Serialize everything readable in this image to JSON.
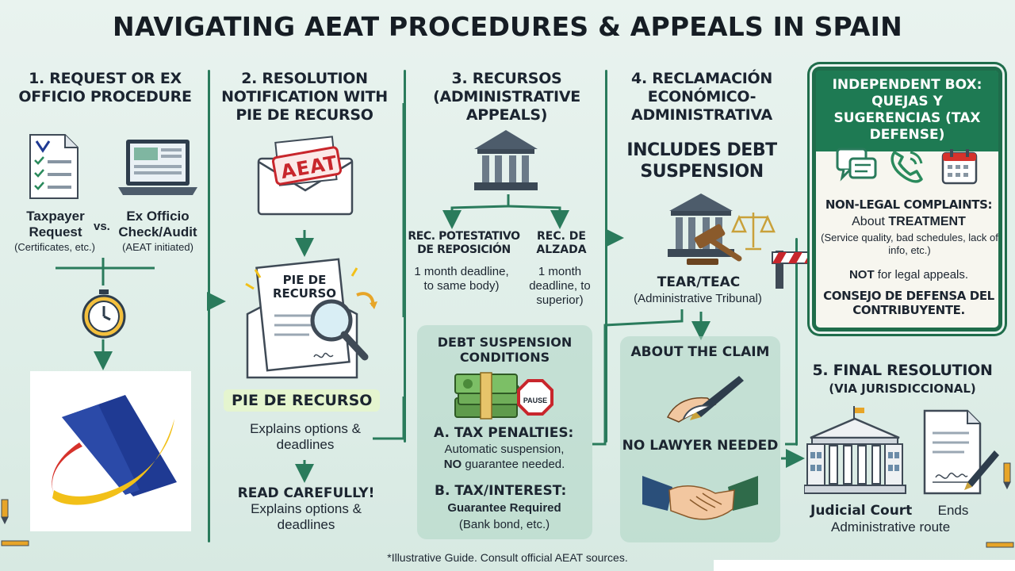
{
  "title": "NAVIGATING AEAT PROCEDURES & APPEALS IN SPAIN",
  "col1": {
    "heading": "1. REQUEST OR EX OFFICIO PROCEDURE",
    "taxpayer_label": "Taxpayer Request",
    "taxpayer_sub": "(Certificates, etc.)",
    "vs": "vs.",
    "exofficio_label": "Ex Officio Check/Audit",
    "exofficio_sub": "(AEAT initiated)"
  },
  "col2": {
    "heading": "2. RESOLUTION NOTIFICATION WITH PIE DE RECURSO",
    "stamp": "AEAT",
    "doc_label": "PIE DE RECURSO",
    "highlight": "PIE DE RECURSO",
    "explains": "Explains options & deadlines",
    "read": "READ CAREFULLY!",
    "read_sub": "Explains options & deadlines"
  },
  "col3": {
    "heading": "3. RECURSOS (ADMINISTRATIVE APPEALS)",
    "left_title": "REC. POTESTATIVO DE REPOSICIÓN",
    "left_sub": "1 month deadline, to same body)",
    "right_title": "REC. DE ALZADA",
    "right_sub": "1 month deadline, to superior)",
    "debt_title": "DEBT SUSPENSION CONDITIONS",
    "pause": "PAUSE",
    "a_title": "A. TAX PENALTIES:",
    "a_line1": "Automatic suspension,",
    "a_no": "NO",
    "a_line2": "guarantee needed.",
    "b_title": "B. TAX/INTEREST:",
    "b_line1": "Guarantee Required",
    "b_line2": "(Bank bond, etc.)"
  },
  "col4": {
    "heading": "4. RECLAMACIÓN ECONÓMICO-ADMINISTRATIVA",
    "includes": "INCLUDES DEBT SUSPENSION",
    "tear": "TEAR/TEAC",
    "tribunal": "(Administrative Tribunal)",
    "about": "ABOUT THE CLAIM",
    "no_lawyer": "NO LAWYER NEEDED"
  },
  "independent": {
    "header": "INDEPENDENT BOX: QUEJAS Y SUGERENCIAS (TAX DEFENSE)",
    "nonlegal": "NON-LEGAL COMPLAINTS:",
    "about_pre": "About",
    "about_bold": "TREATMENT",
    "examples": "(Service quality, bad schedules, lack of info, etc.)",
    "not_bold": "NOT",
    "not_rest": "for legal appeals.",
    "consejo": "CONSEJO DE DEFENSA DEL CONTRIBUYENTE."
  },
  "col5": {
    "heading": "5. FINAL RESOLUTION",
    "sub": "(VIA JURISDICCIONAL)",
    "court": "Judicial Court",
    "ends": "Ends",
    "route": "Administrative route"
  },
  "footer": "*Illustrative Guide. Consult official AEAT sources.",
  "colors": {
    "accent_green": "#2a7b5c",
    "dark_green": "#1e7a53",
    "panel_green": "#afd6c4",
    "logo_blue": "#1f3a93",
    "logo_yellow": "#f2c018",
    "logo_red": "#d6322b",
    "stamp_red": "#c8262c"
  }
}
